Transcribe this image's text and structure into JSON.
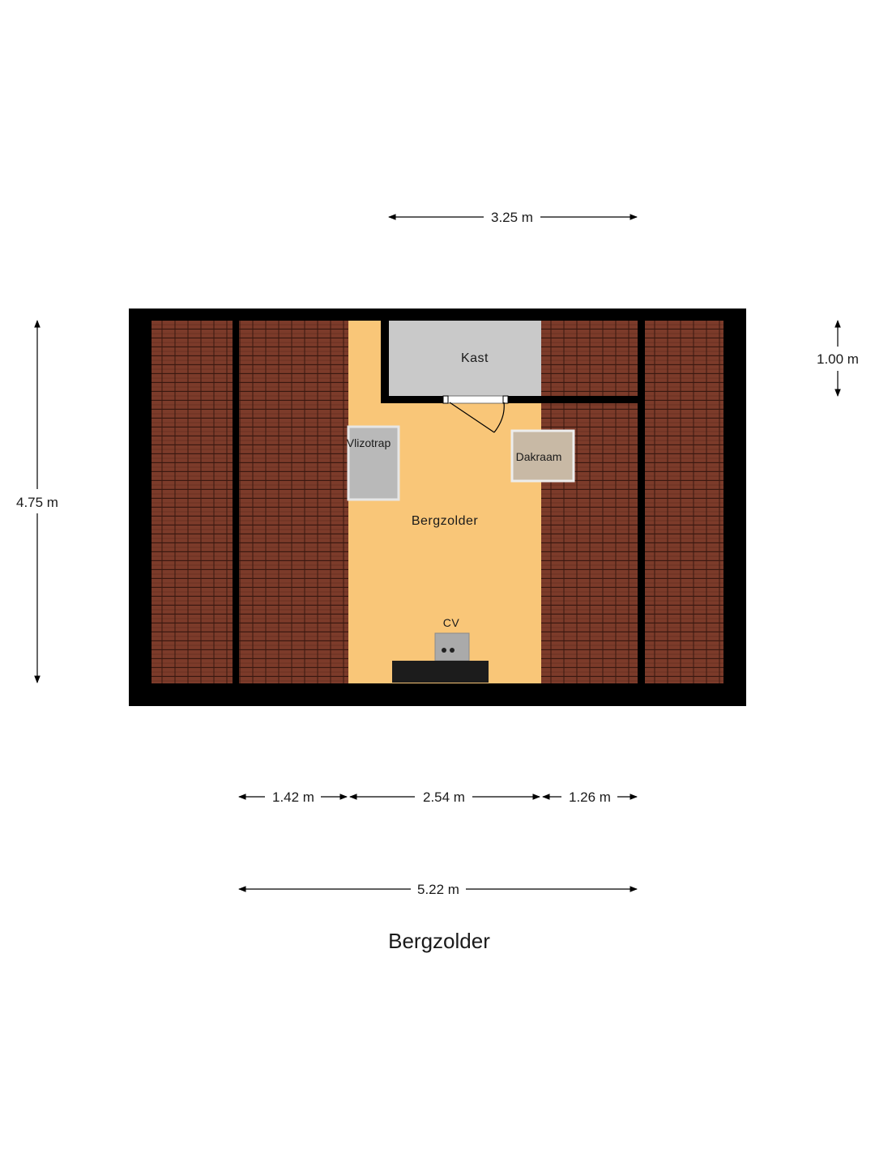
{
  "floor_title": "Bergzolder",
  "rooms": {
    "storage": "Kast",
    "main": "Bergzolder",
    "hatch": "Vlizotrap",
    "skylight": "Dakraam",
    "boiler": "CV"
  },
  "dimensions": {
    "top": "3.25 m",
    "left": "4.75 m",
    "right": "1.00 m",
    "bottom_left": "1.42 m",
    "bottom_middle": "2.54 m",
    "bottom_right": "1.26 m",
    "overall_width": "5.22 m"
  },
  "colors": {
    "wall": "#000000",
    "roof_tile": "#7c3b2a",
    "floor": "#f9c678",
    "storage": "#c9c9c9",
    "fixture": "#b9b9b9",
    "skylight": "#c8b9a5"
  }
}
